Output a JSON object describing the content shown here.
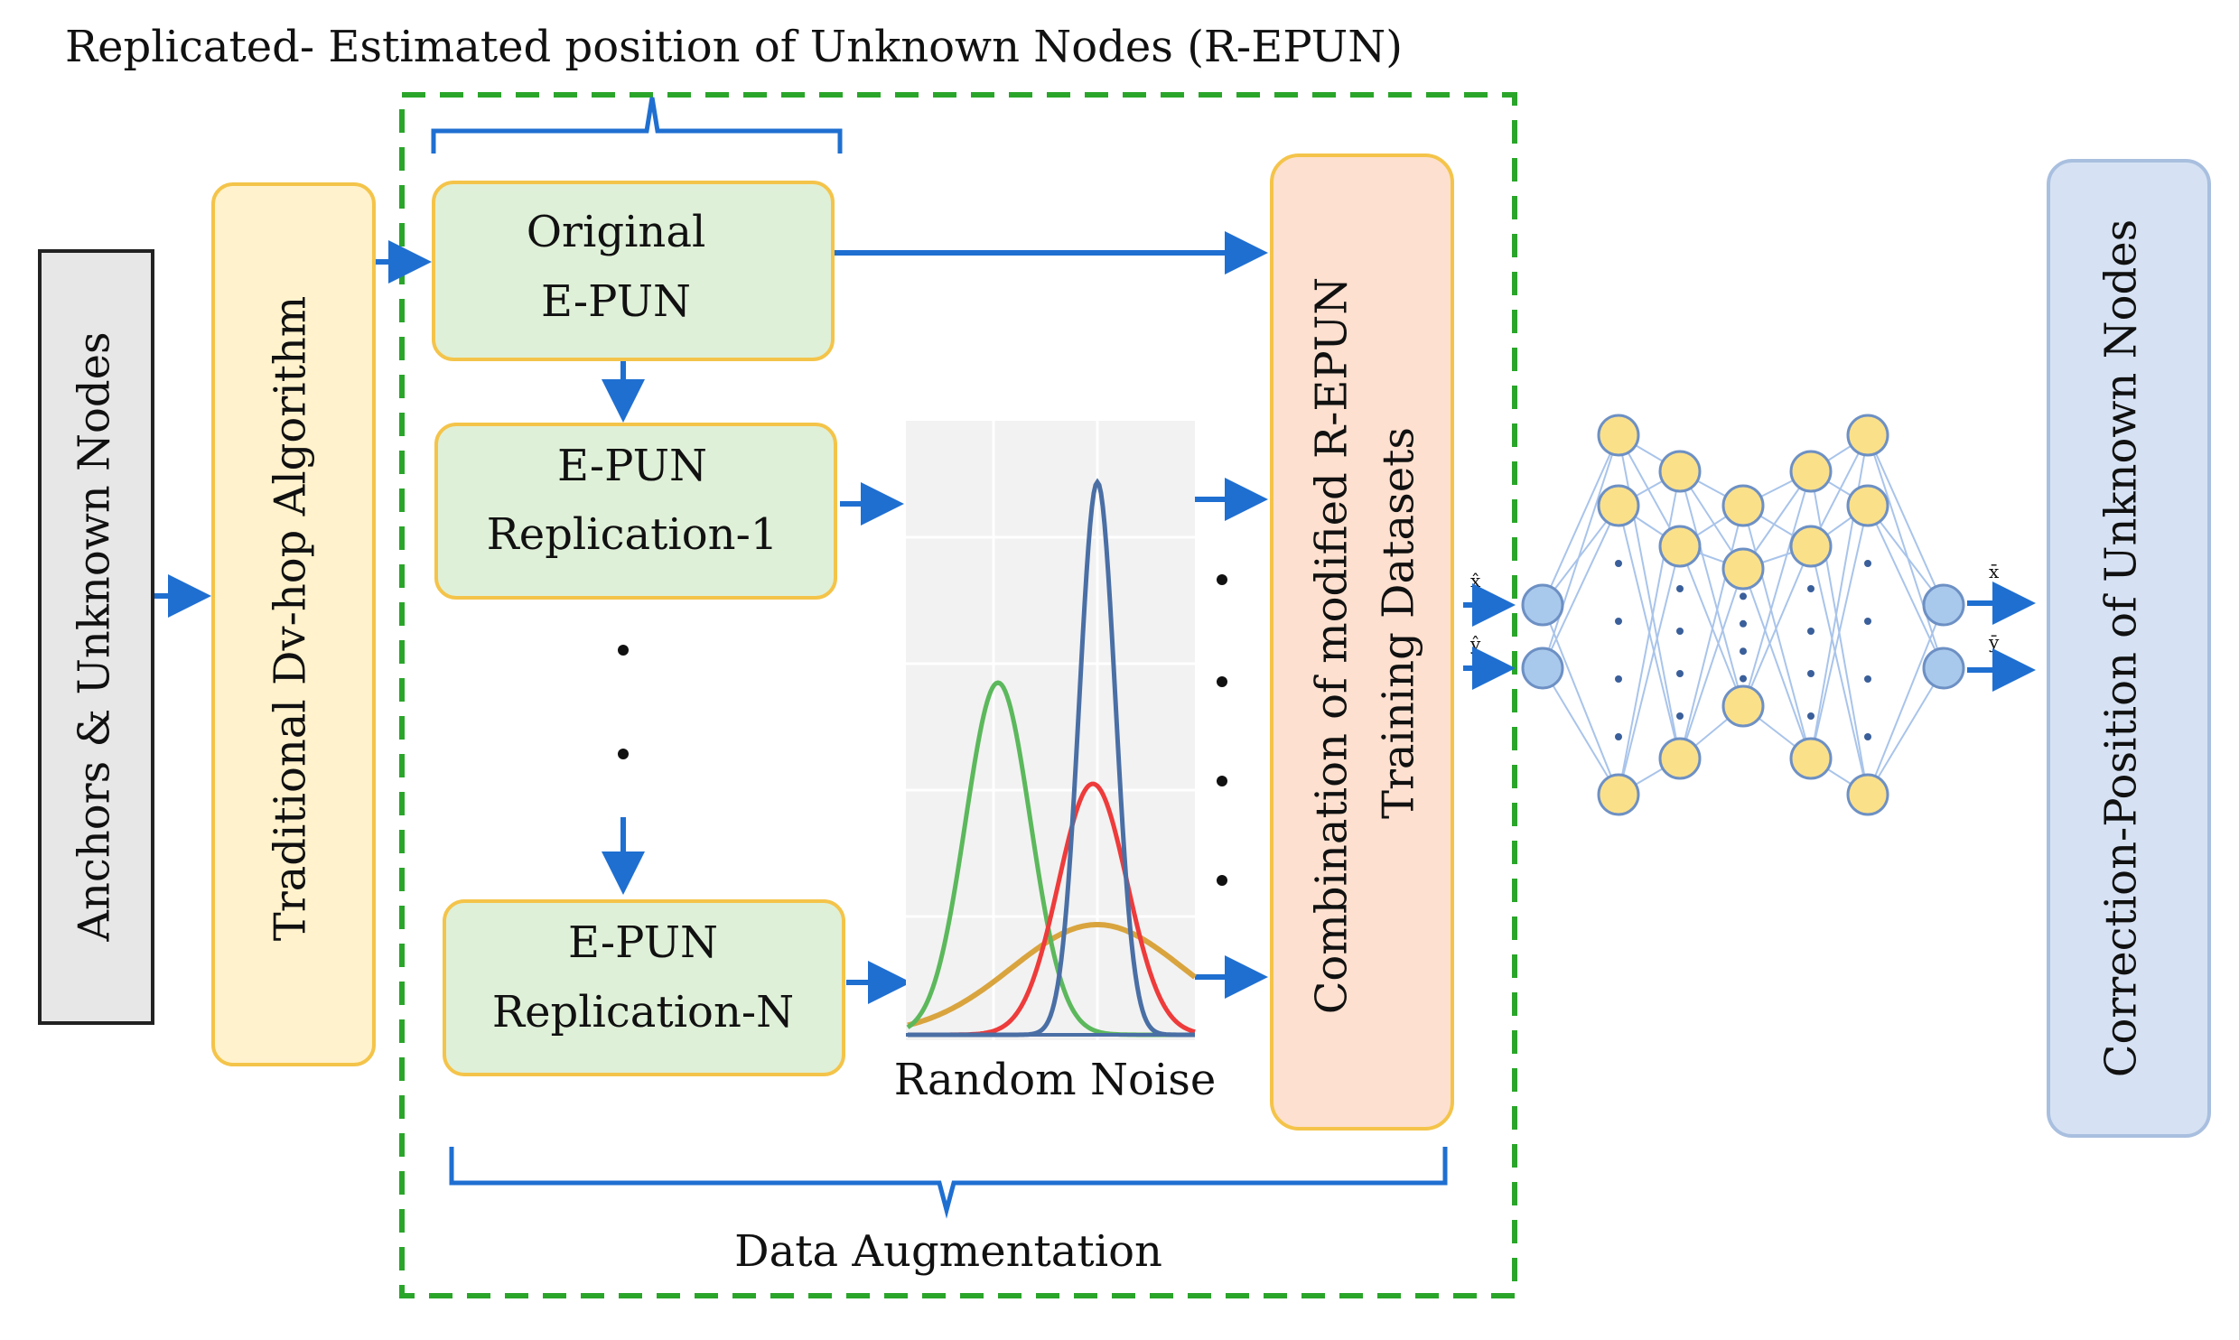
{
  "title": "Replicated- Estimated position of Unknown Nodes (R-EPUN)",
  "input_box": "Anchors  & Unknown Nodes",
  "algorithm_box": "Traditional Dv-hop  Algorithm",
  "original": {
    "line1": "Original",
    "line2": "E-PUN"
  },
  "replication_1": {
    "line1": "E-PUN",
    "line2": "Replication-1"
  },
  "replication_n": {
    "line1": "E-PUN",
    "line2": "Replication-N"
  },
  "noise_label": "Random Noise",
  "combination_box": {
    "line1": "Combination  of  modified  R-EPUN",
    "line2": "Training Datasets"
  },
  "augmentation_label": "Data Augmentation",
  "output_box": "Correction-Position  of Unknown Nodes",
  "nn_inputs": [
    "x̂",
    "ŷ"
  ],
  "nn_outputs": [
    "x̄",
    "ȳ"
  ],
  "colors": {
    "arrow": "#1f6fd1",
    "dashed_border": "#2aa52a",
    "yellow_box_fill": "#fff2cc",
    "yellow_box_stroke": "#f4c44a",
    "green_box_fill": "#dff0d8",
    "combination_fill": "#fde0cf",
    "output_fill": "#d6e2f3",
    "output_stroke": "#a9bfdf",
    "input_fill": "#e7e7e7",
    "node_yellow": "#fbe08a",
    "node_blue": "#a9c9ec",
    "curve_green": "#5cb85c",
    "curve_red": "#ee3b3b",
    "curve_blue": "#4a6fa5",
    "curve_orange": "#d9a43e"
  }
}
